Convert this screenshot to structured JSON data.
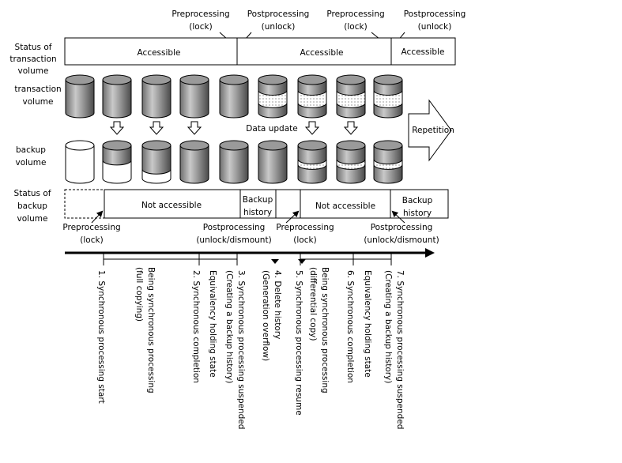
{
  "top_annotations": [
    {
      "line1": "Preprocessing",
      "line2": "(lock)"
    },
    {
      "line1": "Postprocessing",
      "line2": "(unlock)"
    },
    {
      "line1": "Preprocessing",
      "line2": "(lock)"
    },
    {
      "line1": "Postprocessing",
      "line2": "(unlock)"
    }
  ],
  "row_labels": {
    "transaction_status": [
      "Status of",
      "transaction",
      "volume"
    ],
    "transaction_volume": [
      "transaction",
      "volume"
    ],
    "backup_volume": [
      "backup",
      "volume"
    ],
    "backup_status": [
      "Status of",
      "backup",
      "volume"
    ]
  },
  "transaction_status_cells": [
    "Accessible",
    "Accessible",
    "Accessible"
  ],
  "data_update_label": "Data update",
  "repetition_label": "Repetition",
  "backup_status_cells": {
    "not_accessible_1": "Not accessible",
    "backup_history_1": [
      "Backup",
      "history"
    ],
    "not_accessible_2": "Not accessible",
    "backup_history_2": [
      "Backup",
      "history"
    ]
  },
  "bottom_annotations": [
    {
      "line1": "Preprocessing",
      "line2": "(lock)"
    },
    {
      "line1": "Postprocessing",
      "line2": "(unlock/dismount)"
    },
    {
      "line1": "Preprocessing",
      "line2": "(lock)"
    },
    {
      "line1": "Postprocessing",
      "line2": "(unlock/dismount)"
    }
  ],
  "timeline_events": [
    [
      "1. Synchronous processing start"
    ],
    [
      "Being synchronous processing",
      "(full copying)"
    ],
    [
      "2. Synchronous completion"
    ],
    [
      "Equivalency holding state"
    ],
    [
      "3. Synchronous processing suspended",
      "(Creating a backup history)"
    ],
    [
      "4. Delete history",
      "(Generation overflow)"
    ],
    [
      "5. Synchronous processing resume"
    ],
    [
      "Being synchronous processing",
      "(differential copy)"
    ],
    [
      "6. Synchronous completion"
    ],
    [
      "Equivalency holding state"
    ],
    [
      "7. Synchronous processing suspended",
      "(Creating a backup history)"
    ]
  ]
}
